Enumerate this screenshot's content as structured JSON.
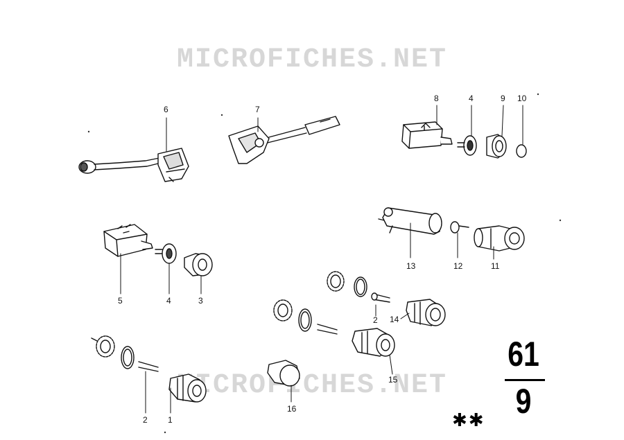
{
  "watermark": {
    "top_text": "MICROFICHES.NET",
    "bottom_text": "MICROFICHES.NET"
  },
  "callouts": {
    "c1": "1",
    "c2_left": "2",
    "c2_right": "2",
    "c3": "3",
    "c4_left": "4",
    "c4_top": "4",
    "c5": "5",
    "c6": "6",
    "c7": "7",
    "c8": "8",
    "c9": "9",
    "c10": "10",
    "c11": "11",
    "c12": "12",
    "c13": "13",
    "c14": "14",
    "c15": "15",
    "c16": "16"
  },
  "section": {
    "major": "61",
    "minor": "9",
    "stars": "✱✱"
  },
  "colors": {
    "ink": "#111111",
    "watermark": "#d7d7d7",
    "paper": "#ffffff"
  }
}
